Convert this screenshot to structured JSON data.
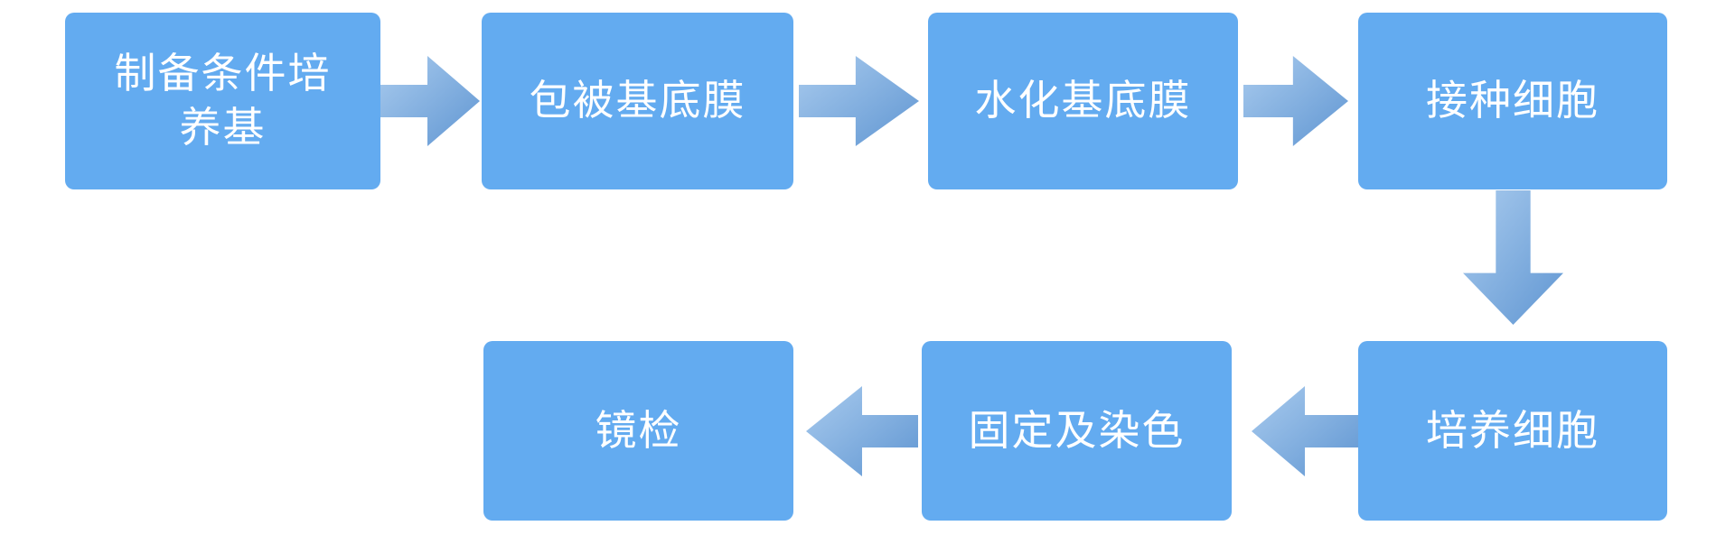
{
  "flowchart": {
    "background": "#ffffff",
    "node_fill": "#63ABF0",
    "node_text_color": "#ffffff",
    "arrow_gradient_start": "#A9CBEE",
    "arrow_gradient_end": "#6096D2",
    "nodes": [
      {
        "label": "制备条件培养基"
      },
      {
        "label": "包被基底膜"
      },
      {
        "label": "水化基底膜"
      },
      {
        "label": "接种细胞"
      },
      {
        "label": "培养细胞"
      },
      {
        "label": "固定及染色"
      },
      {
        "label": "镜检"
      }
    ],
    "edges": [
      {
        "from": "制备条件培养基",
        "to": "包被基底膜",
        "direction": "right"
      },
      {
        "from": "包被基底膜",
        "to": "水化基底膜",
        "direction": "right"
      },
      {
        "from": "水化基底膜",
        "to": "接种细胞",
        "direction": "right"
      },
      {
        "from": "接种细胞",
        "to": "培养细胞",
        "direction": "down"
      },
      {
        "from": "培养细胞",
        "to": "固定及染色",
        "direction": "left"
      },
      {
        "from": "固定及染色",
        "to": "镜检",
        "direction": "left"
      }
    ]
  }
}
